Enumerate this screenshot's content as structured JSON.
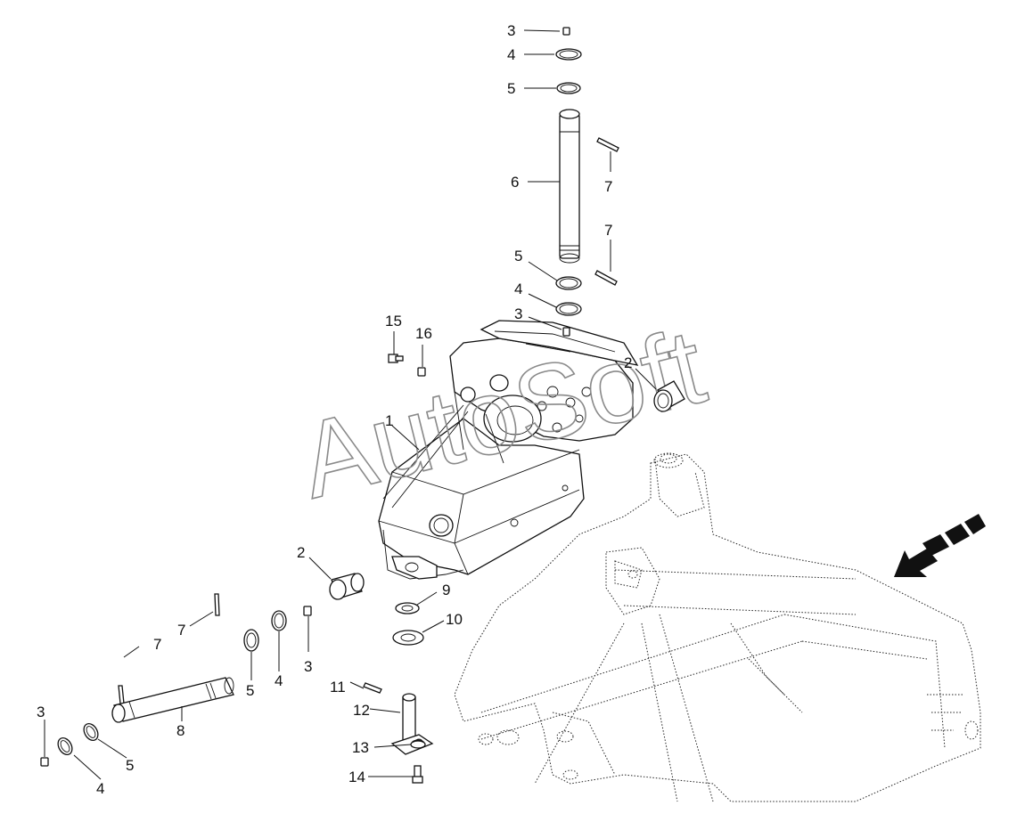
{
  "watermark": "AutoSoft",
  "labels": {
    "l3a": "3",
    "l4a": "4",
    "l5a": "5",
    "l6": "6",
    "l7a": "7",
    "l7b": "7",
    "l5b": "5",
    "l4b": "4",
    "l3b": "3",
    "l15": "15",
    "l16": "16",
    "l2a": "2",
    "l1": "1",
    "l2b": "2",
    "l9": "9",
    "l10": "10",
    "l7c": "7",
    "l7d": "7",
    "l3c": "3",
    "l5c": "5",
    "l4c": "4",
    "l11": "11",
    "l12": "12",
    "l8": "8",
    "l13": "13",
    "l14": "14",
    "l3d": "3",
    "l4d": "4",
    "l5d": "5"
  }
}
